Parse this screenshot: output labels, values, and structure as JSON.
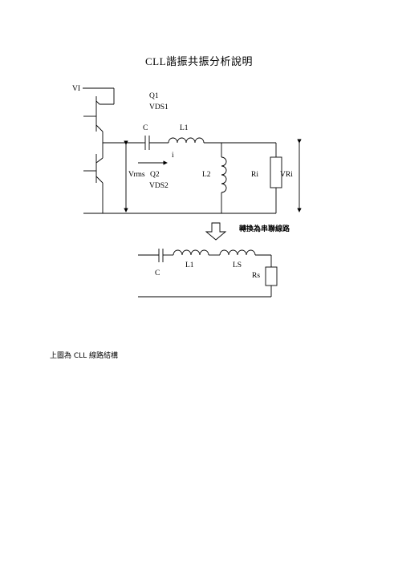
{
  "title": "CLL諧振共振分析說明",
  "upper_circuit": {
    "input_label": "VI",
    "q1_label": "Q1",
    "vds1_label": "VDS1",
    "c_label": "C",
    "l1_label": "L1",
    "current_label": "i",
    "vrms_label": "Vrms",
    "q2_label": "Q2",
    "vds2_label": "VDS2",
    "l2_label": "L2",
    "ri_label": "Ri",
    "vri_label": "VRi"
  },
  "transform_note": "轉換為串聯線路",
  "lower_circuit": {
    "c_label": "C",
    "l1_label": "L1",
    "ls_label": "LS",
    "rs_label": "Rs"
  },
  "caption": "上圖為 CLL 線路結構"
}
